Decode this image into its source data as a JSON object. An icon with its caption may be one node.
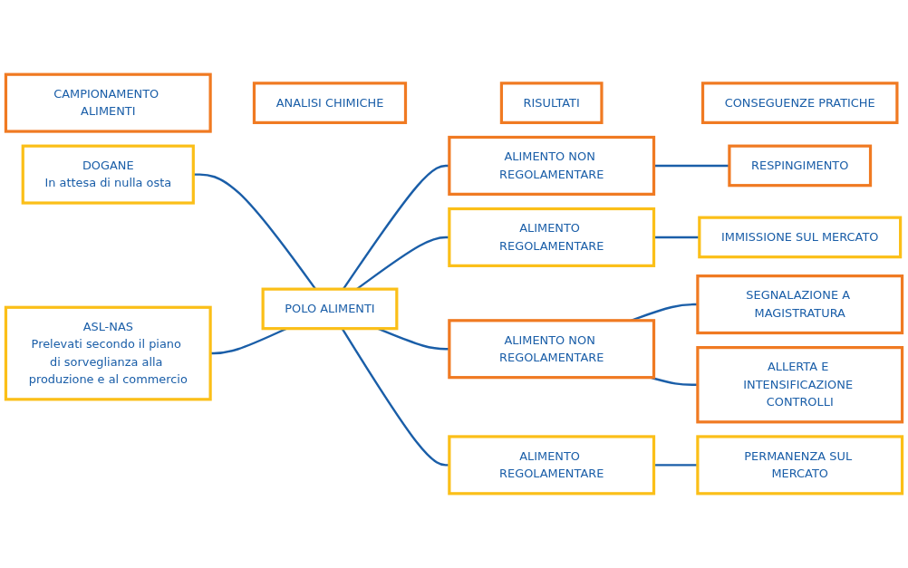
{
  "diagram": {
    "nodes": [
      {
        "text": [
          "CAMPIONAMENTO ALIMENTI"
        ]
      },
      {
        "text": [
          "ANALISI CHIMICHE"
        ]
      },
      {
        "text": [
          "RISULTATI"
        ]
      },
      {
        "text": [
          "CONSEGUENZE PRATICHE"
        ]
      },
      {
        "text": [
          "DOGANE",
          "In attesa di nulla osta"
        ]
      },
      {
        "text": [
          "ASL-NAS",
          "Prelevati secondo il piano di sorveglianza alla produzione e al commercio"
        ]
      },
      {
        "text": [
          "POLO ALIMENTI"
        ]
      },
      {
        "text": [
          "ALIMENTO NON REGOLAMENTARE"
        ]
      },
      {
        "text": [
          "ALIMENTO REGOLAMENTARE"
        ]
      },
      {
        "text": [
          "ALIMENTO NON REGOLAMENTARE"
        ]
      },
      {
        "text": [
          "ALIMENTO REGOLAMENTARE"
        ]
      },
      {
        "text": [
          "RESPINGIMENTO"
        ]
      },
      {
        "text": [
          "IMMISSIONE SUL MERCATO"
        ]
      },
      {
        "text": [
          "SEGNALAZIONE A MAGISTRATURA"
        ]
      },
      {
        "text": [
          "ALLERTA E INTENSIFICAZIONE CONTROLLI"
        ]
      },
      {
        "text": [
          "PERMANENZA SUL MERCATO"
        ]
      }
    ],
    "edges": [
      {
        "from": 4,
        "to": 6,
        "arrow": "none"
      },
      {
        "from": 5,
        "to": 6,
        "arrow": "none"
      },
      {
        "from": 6,
        "to": 7,
        "arrow": "none"
      },
      {
        "from": 6,
        "to": 8,
        "arrow": "none"
      },
      {
        "from": 6,
        "to": 9,
        "arrow": "none"
      },
      {
        "from": 6,
        "to": 10,
        "arrow": "none"
      },
      {
        "from": 7,
        "to": 11,
        "arrow": "none"
      },
      {
        "from": 8,
        "to": 12,
        "arrow": "none"
      },
      {
        "from": 9,
        "to": 13,
        "arrow": "none"
      },
      {
        "from": 9,
        "to": 14,
        "arrow": "none"
      },
      {
        "from": 10,
        "to": 15,
        "arrow": "none"
      }
    ]
  }
}
